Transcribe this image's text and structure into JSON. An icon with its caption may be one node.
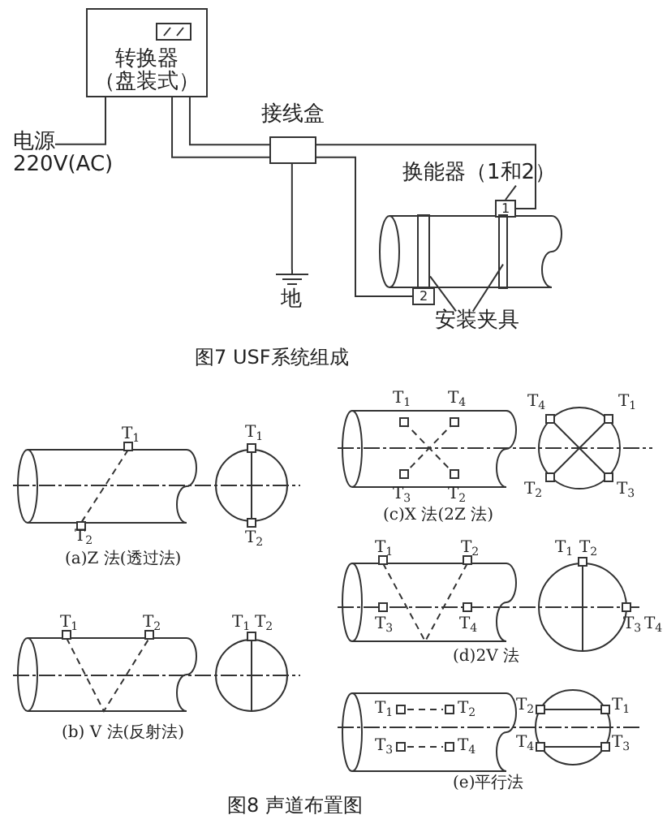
{
  "diagram": {
    "nodes": [
      {
        "text": [
          "转换器",
          "（盘装式）"
        ]
      },
      {
        "text": [
          "电源",
          "220V(AC)"
        ]
      },
      {
        "text": [
          "接线盒"
        ]
      },
      {
        "text": [
          "地"
        ]
      },
      {
        "text": [
          "1"
        ]
      },
      {
        "text": [
          "2"
        ]
      },
      {
        "text": [
          "换能器（1和2）"
        ]
      },
      {
        "text": [
          "安装夹具"
        ]
      },
      {
        "text": [],
        "shape": "bar"
      },
      {
        "text": [],
        "shape": "bar"
      }
    ],
    "edges": [
      {
        "from": 1,
        "to": 0,
        "arrow": "none"
      },
      {
        "from": 0,
        "to": 2,
        "arrow": "none"
      },
      {
        "from": 0,
        "to": 2,
        "arrow": "none"
      },
      {
        "from": 2,
        "to": 3,
        "arrow": "none"
      },
      {
        "from": 2,
        "to": 4,
        "arrow": "none"
      },
      {
        "from": 2,
        "to": 5,
        "arrow": "none"
      },
      {
        "from": 6,
        "to": 4,
        "arrow": "none"
      },
      {
        "from": 7,
        "to": 8,
        "arrow": "none"
      },
      {
        "from": 7,
        "to": 9,
        "arrow": "none"
      }
    ],
    "labels": [
      "图7 USF系统组成",
      "T$_{1}$",
      "T$_{2}$",
      "T$_{1}$",
      "T$_{2}$",
      "(a)Z 法(透过法)",
      "T$_{1}$",
      "T$_{2}$",
      "T$_{1}$",
      "T$_{2}$",
      "(b) V 法(反射法)",
      "T$_{1}$",
      "T$_{4}$",
      "T$_{4}$",
      "T$_{1}$",
      "T$_{3}$",
      "T$_{2}$",
      "T$_{2}$",
      "T$_{3}$",
      "(c)X 法(2Z 法)",
      "T$_{1}$",
      "T$_{2}$",
      "T$_{1}$",
      "T$_{2}$",
      "T$_{3}$",
      "T$_{4}$",
      "T$_{3}$",
      "T$_{4}$",
      "(d)2V 法",
      "T$_{1}$",
      "T$_{2}$",
      "T$_{2}$",
      "T$_{1}$",
      "T$_{3}$",
      "T$_{4}$",
      "T$_{4}$",
      "T$_{3}$",
      "(e)平行法",
      "图8 声道布置图"
    ]
  }
}
